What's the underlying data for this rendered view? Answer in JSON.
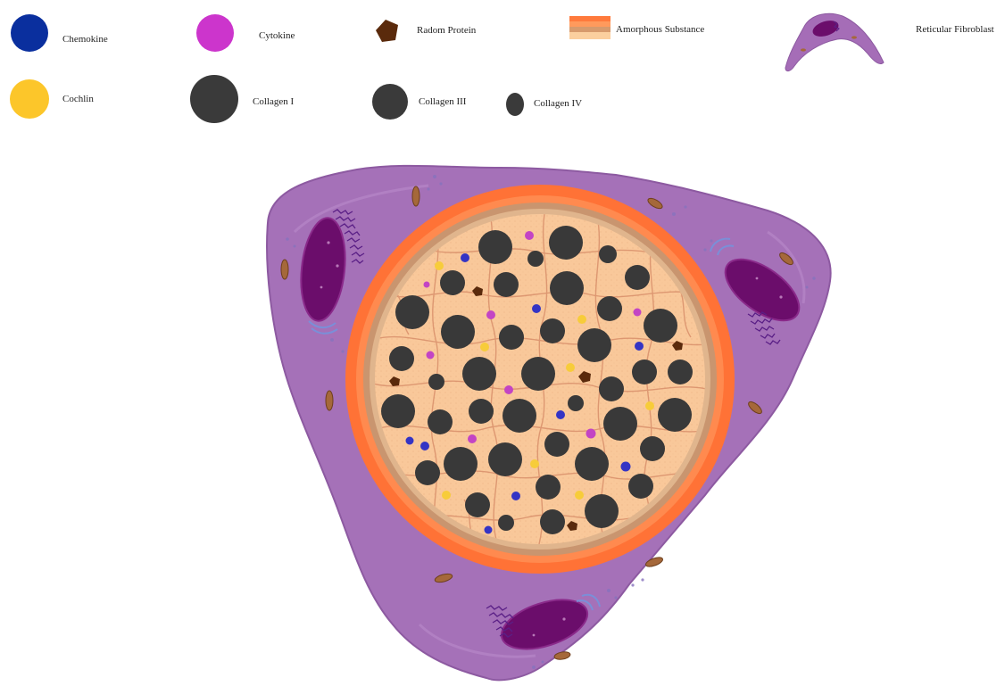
{
  "legend": [
    {
      "key": "chemokine",
      "label": "Chemokine",
      "color": "#0a2f9e",
      "icon": "circle"
    },
    {
      "key": "cytokine",
      "label": "Cytokine",
      "color": "#cc35cc",
      "icon": "circle"
    },
    {
      "key": "radom_protein",
      "label": "Radom Protein",
      "color": "#5a2a0c",
      "icon": "pentagon"
    },
    {
      "key": "amorphous",
      "label": "Amorphous Substance",
      "colors": [
        "#ff7a3c",
        "#d79a6c",
        "#fbcf9e"
      ],
      "icon": "striped-bar"
    },
    {
      "key": "reticular_fibroblast",
      "label": "Reticular Fibroblast",
      "color": "#a56db7",
      "icon": "fibroblast-cell"
    },
    {
      "key": "cochlin",
      "label": "Cochlin",
      "color": "#fcc62a",
      "icon": "circle"
    },
    {
      "key": "collagen_1",
      "label": "Collagen I",
      "color": "#3a3a3a",
      "icon": "circle"
    },
    {
      "key": "collagen_3",
      "label": "Collagen III",
      "color": "#3a3a3a",
      "icon": "circle"
    },
    {
      "key": "collagen_4",
      "label": "Collagen IV",
      "color": "#3a3a3a",
      "icon": "ellipse"
    }
  ],
  "colors": {
    "cell_body": "#a571b8",
    "cell_edge": "#8d5aa1",
    "nucleus": "#6b0d6b",
    "er": "#5a1f86",
    "golgi": "#7a8fd8",
    "mitochondria": "#a5683a",
    "outer_ring": "#ff7236",
    "middle_ring": "#c9956f",
    "inner_ring": "#e0b58d",
    "core": "#f9c89a",
    "fiber_lines": "#d98f6a",
    "collagen": "#393939",
    "chemokine_dot": "#3434c4",
    "cytokine_dot": "#c344c4",
    "cochlin_dot": "#f7cc3a",
    "protein": "#5a2a0c"
  }
}
